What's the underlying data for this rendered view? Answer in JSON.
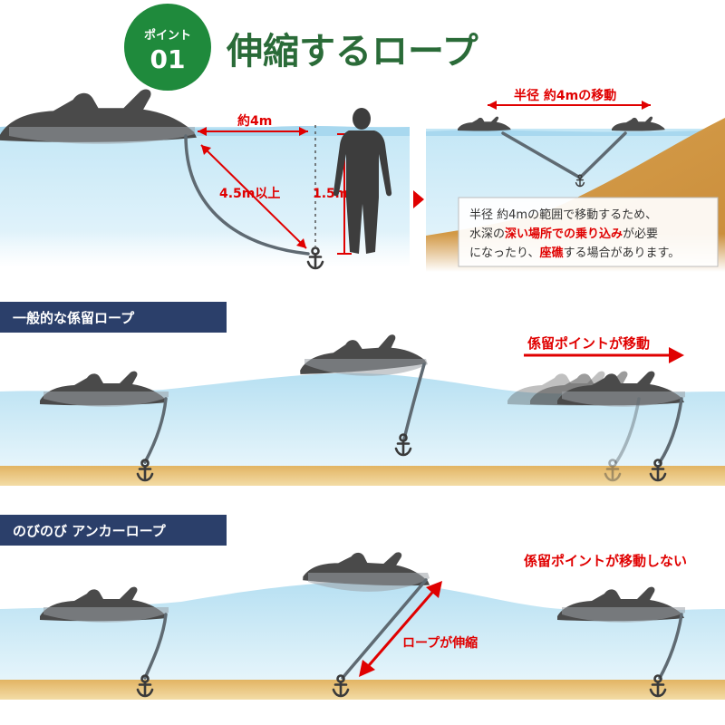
{
  "header": {
    "badge_line1": "ポイント",
    "badge_line2": "01",
    "title": "伸縮するロープ",
    "badge_color": "#1f8a3c",
    "title_color": "#2a6b38"
  },
  "top_left": {
    "dist_label": "約4m",
    "diag_label": "4.5m以上",
    "height_label": "1.5m"
  },
  "top_right": {
    "radius_label": "半径 約4mの移動",
    "note": {
      "line1": "半径 約4mの範囲で移動するため、",
      "line2_a": "水深の",
      "line2_red": "深い場所での乗り込み",
      "line2_b": "が必要",
      "line3_a": "になったり、",
      "line3_red": "座礁",
      "line3_b": "する場合があります。"
    }
  },
  "section1": {
    "label": "一般的な係留ロープ",
    "move_label": "係留ポイントが移動"
  },
  "section2": {
    "label": "のびのび アンカーロープ",
    "no_move_label": "係留ポイントが移動しない",
    "stretch_label": "ロープが伸縮"
  },
  "colors": {
    "water_top": "#d6eef8",
    "water": "#b9e1f3",
    "sand": "#e9c27a",
    "accent_red": "#e00000",
    "navy_bar": "#2b3f6a"
  }
}
